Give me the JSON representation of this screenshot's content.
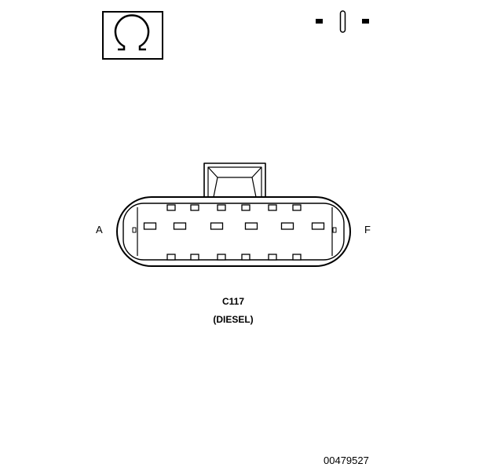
{
  "symbols": {
    "ohmmeter": {
      "glyph": "Ω",
      "icon": "ohmmeter-icon"
    },
    "fuse_icon": "fuse-icon"
  },
  "connector": {
    "id": "C117",
    "variant": "(DIESEL)",
    "pin_start_label": "A",
    "pin_end_label": "F",
    "rows": [
      {
        "position": "top",
        "cavities": 6
      },
      {
        "position": "middle",
        "cavities": 6
      },
      {
        "position": "bottom",
        "cavities": 6
      }
    ]
  },
  "figure_number": "00479527"
}
